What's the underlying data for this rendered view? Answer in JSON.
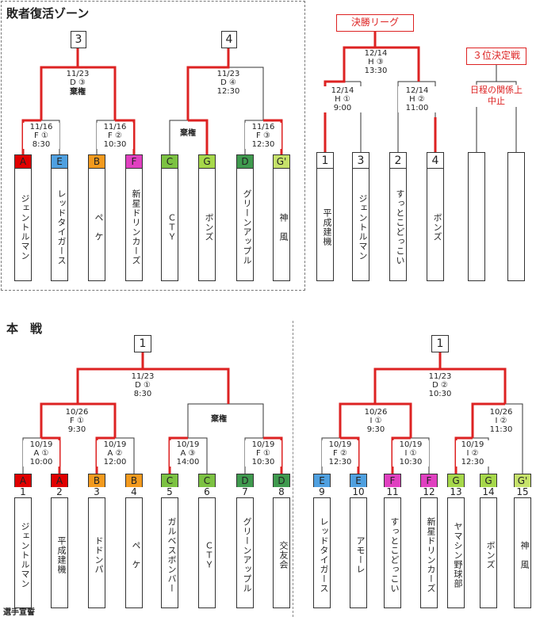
{
  "consolation": {
    "title": "敗者復活ゾーン",
    "group3": {
      "seed": "3",
      "final_label": "11/23\nD ③",
      "final_note": "棄権",
      "left_label": "11/16\nF ①\n8:30",
      "right_label": "11/16\nF ②\n10:30",
      "teams": [
        {
          "tag": "A",
          "tag_color": "#e00000",
          "name": "ジェントルマン"
        },
        {
          "tag": "E",
          "tag_color": "#4fa0e0",
          "name": "レッドタイガース"
        },
        {
          "tag": "B",
          "tag_color": "#f39a1e",
          "name": "ペ　ケ"
        },
        {
          "tag": "F",
          "tag_color": "#e040c0",
          "name": "新星ドリンカーズ"
        }
      ]
    },
    "group4": {
      "seed": "4",
      "final_label": "11/23\nD ④\n12:30",
      "left_note": "棄権",
      "right_label": "11/16\nF ③\n12:30",
      "teams": [
        {
          "tag": "C",
          "tag_color": "#7cc242",
          "name": "ＣＴＹ"
        },
        {
          "tag": "G",
          "tag_color": "#a6d84a",
          "name": "ボンズ"
        },
        {
          "tag": "D",
          "tag_color": "#3f9a4e",
          "name": "グリーンアップル"
        },
        {
          "tag": "G'",
          "tag_color": "#c6e26a",
          "name": "神　風"
        }
      ]
    }
  },
  "final_league": {
    "title": "決勝リーグ",
    "top_label": "12/14\nH ③\n13:30",
    "left_label": "12/14\nH ①\n9:00",
    "right_label": "12/14\nH ②\n11:00",
    "teams": [
      {
        "seed": "1",
        "name": "平成建機"
      },
      {
        "seed": "3",
        "name": "ジェントルマン"
      },
      {
        "seed": "2",
        "name": "すっとこどっこい"
      },
      {
        "seed": "4",
        "name": "ボンズ"
      }
    ]
  },
  "third_place": {
    "title": "３位決定戦",
    "note": "日程の関係上\n中止"
  },
  "main": {
    "title": "本　戦",
    "left": {
      "seed": "1",
      "final_label": "11/23\nD ①\n8:30",
      "semi_left_label": "10/26\nF ①\n9:30",
      "semi_right_note": "棄権",
      "q_labels": [
        "10/19\nA ①\n10:00",
        "10/19\nA ②\n12:00",
        "10/19\nA ③\n14:00",
        "10/19\nF ①\n10:30"
      ],
      "teams": [
        {
          "tag": "A",
          "tag_color": "#e00000",
          "num": "1",
          "name": "ジェントルマン"
        },
        {
          "tag": "A",
          "tag_color": "#e00000",
          "num": "2",
          "name": "平成建機"
        },
        {
          "tag": "B",
          "tag_color": "#f39a1e",
          "num": "3",
          "name": "ドドンパ"
        },
        {
          "tag": "B",
          "tag_color": "#f39a1e",
          "num": "4",
          "name": "ペ　ケ"
        },
        {
          "tag": "C",
          "tag_color": "#7cc242",
          "num": "5",
          "name": "ガルベスボンバー"
        },
        {
          "tag": "C",
          "tag_color": "#7cc242",
          "num": "6",
          "name": "ＣＴＹ"
        },
        {
          "tag": "D",
          "tag_color": "#3f9a4e",
          "num": "7",
          "name": "グリーンアップル"
        },
        {
          "tag": "D",
          "tag_color": "#3f9a4e",
          "num": "8",
          "name": "交友会"
        }
      ]
    },
    "right": {
      "seed": "1",
      "final_label": "11/23\nD ②\n10:30",
      "semi_left_label": "10/26\nI ①\n9:30",
      "semi_right_label": "10/26\nI ②\n11:30",
      "q_labels": [
        "10/19\nF ②\n12:30",
        "10/19\nI ①\n10:30",
        "10/19\nI ②\n12:30"
      ],
      "teams": [
        {
          "tag": "E",
          "tag_color": "#4fa0e0",
          "num": "9",
          "name": "レッドタイガース"
        },
        {
          "tag": "E",
          "tag_color": "#4fa0e0",
          "num": "10",
          "name": "アモーレ"
        },
        {
          "tag": "F",
          "tag_color": "#e040c0",
          "num": "11",
          "name": "すっとこどっこい"
        },
        {
          "tag": "F",
          "tag_color": "#e040c0",
          "num": "12",
          "name": "新星ドリンカーズ"
        },
        {
          "tag": "G",
          "tag_color": "#a6d84a",
          "num": "13",
          "name": "ヤマシン野球部"
        },
        {
          "tag": "G",
          "tag_color": "#a6d84a",
          "num": "14",
          "name": "ボンズ"
        },
        {
          "tag": "G'",
          "tag_color": "#c6e26a",
          "num": "15",
          "name": "神　風"
        }
      ]
    }
  },
  "footer": {
    "pledge": "選手宣誓"
  }
}
